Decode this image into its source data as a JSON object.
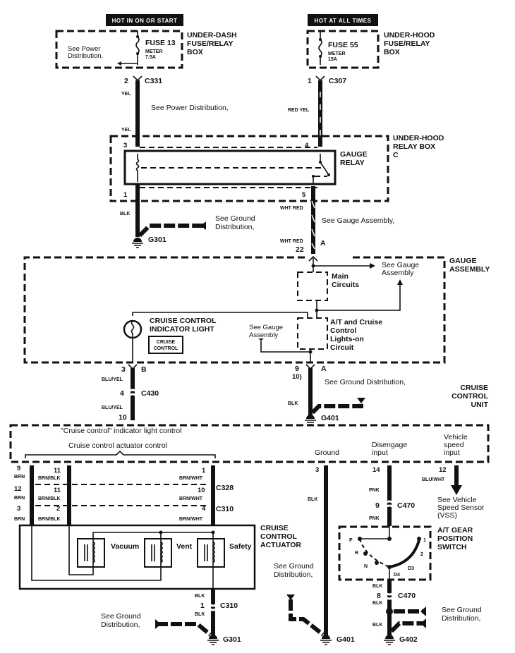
{
  "diagram": {
    "title_boxes": {
      "left": "HOT IN ON OR START",
      "right": "HOT AT ALL TIMES"
    },
    "under_dash_box": {
      "label_lines": [
        "UNDER-DASH",
        "FUSE/RELAY",
        "BOX"
      ],
      "fuse_name": "FUSE 13",
      "fuse_circuit": "METER",
      "fuse_rating": "7.5A",
      "note_lines": [
        "See Power",
        "Distribution,"
      ],
      "pin": "2",
      "connector": "C331"
    },
    "under_hood_fuse_box": {
      "label_lines": [
        "UNDER-HOOD",
        "FUSE/RELAY",
        "BOX"
      ],
      "fuse_name": "FUSE 55",
      "fuse_circuit": "METER",
      "fuse_rating": "15A",
      "pin": "1",
      "connector": "C307"
    },
    "wires_upper": {
      "yel_1": "YEL",
      "yel_2": "YEL",
      "red_yel": "RED YEL",
      "see_power": "See Power Distribution,",
      "blk": "BLK",
      "wht_red_1": "WHT RED",
      "wht_red_2": "WHT RED",
      "see_gauge": "See Gauge Assembly,",
      "see_ground_lines": [
        "See Ground",
        "Distribution,"
      ],
      "ground_1": "G301"
    },
    "relay_box": {
      "label_lines": [
        "UNDER-HOOD",
        "RELAY BOX",
        "C"
      ],
      "relay_lines": [
        "GAUGE",
        "RELAY"
      ],
      "pins": {
        "p3": "3",
        "p4": "4",
        "p1": "1",
        "p5": "5"
      }
    },
    "gauge_assembly": {
      "label_lines": [
        "GAUGE",
        "ASSEMBLY"
      ],
      "pin_top": "22",
      "pin_top_conn": "A",
      "see_gauge_1_lines": [
        "See Gauge",
        "Assembly"
      ],
      "main_circuits_lines": [
        "Main",
        "Circuits"
      ],
      "at_circuit_lines": [
        "A/T and Cruise",
        "Control",
        "Lights-on",
        "Circuit"
      ],
      "see_gauge_2_lines": [
        "See Gauge",
        "Assembly"
      ],
      "indicator_lines": [
        "CRUISE CONTROL",
        "INDICATOR LIGHT"
      ],
      "indicator_badge_lines": [
        "CRUISE",
        "CONTROL"
      ],
      "pin_b": "3",
      "conn_b": "B",
      "pin_a": "9",
      "pin_a2": "10)",
      "conn_a": "A"
    },
    "middle_wires": {
      "blu_yel_1": "BLU/YEL",
      "blu_yel_2": "BLU/YEL",
      "c430_pin": "4",
      "c430": "C430",
      "pin_10": "10",
      "blk": "BLK",
      "see_ground": "See Ground Distribution,",
      "ground": "G401"
    },
    "cruise_unit": {
      "label_lines": [
        "CRUISE",
        "CONTROL",
        "UNIT"
      ],
      "indicator_control": "\"Cruise control\" indicator light control",
      "actuator_control": "Cruise control actuator control",
      "ground": "Ground",
      "disengage_lines": [
        "Disengage",
        "input"
      ],
      "vss_lines": [
        "Vehicle",
        "speed",
        "input"
      ]
    },
    "lower_left": {
      "rows": [
        {
          "a_pin": "9",
          "a_col": "BRN",
          "b_pin": "11",
          "b_col": "BRN/BLK",
          "c_pin": "1",
          "c_col": "BRN/WHT"
        },
        {
          "a_pin": "12",
          "a_col": "BRN",
          "b_pin": "11",
          "b_col": "BRN/BLK",
          "c_pin": "10",
          "c_col": "BRN/WHT"
        },
        {
          "a_pin": "3",
          "a_col": "BRN",
          "b_pin": "2",
          "b_col": "BRN/BLK",
          "c_pin": "4",
          "c_col": "BRN/WHT"
        }
      ],
      "c328": "C328",
      "c310": "C310"
    },
    "actuator": {
      "label_lines": [
        "CRUISE",
        "CONTROL",
        "ACTUATOR"
      ],
      "solenoids": [
        "Vacuum",
        "Vent",
        "Safety"
      ],
      "blk_1": "BLK",
      "blk_2": "BLK",
      "pin": "1",
      "conn": "C310",
      "see_ground_lines": [
        "See Ground",
        "Distribution,"
      ],
      "ground": "G301"
    },
    "center_ground": {
      "pin": "3",
      "blk": "BLK",
      "see_ground_lines": [
        "See Ground",
        "Distribution,"
      ],
      "ground": "G401"
    },
    "right_lower": {
      "pin_14": "14",
      "pnk_1": "PNK",
      "pin_9": "9",
      "c470": "C470",
      "pnk_2": "PNK",
      "pin_12": "12",
      "blu_wht": "BLU/WHT",
      "vss_lines": [
        "See Vehicle",
        "Speed Sensor",
        "(VSS)"
      ],
      "switch_lines": [
        "A/T GEAR",
        "POSITION",
        "SWITCH"
      ],
      "positions": {
        "p": "P",
        "r": "R",
        "n": "N",
        "d4": "D4",
        "d3": "D3",
        "two": "2",
        "one": "1"
      },
      "blk_1": "BLK",
      "pin_8": "8",
      "c470_2": "C470",
      "blk_2": "BLK",
      "blk_3": "BLK",
      "see_ground_lines": [
        "See Ground",
        "Distribution,"
      ],
      "ground": "G402"
    }
  }
}
